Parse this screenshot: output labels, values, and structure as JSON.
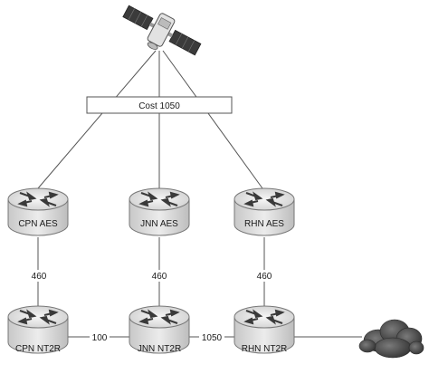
{
  "cost_box": {
    "label": "Cost 1050"
  },
  "routers": {
    "cpn_aes": "CPN AES",
    "jnn_aes": "JNN AES",
    "rhn_aes": "RHN AES",
    "cpn_nt2r": "CPN NT2R",
    "jnn_nt2r": "JNN NT2R",
    "rhn_nt2r": "RHN NT2R"
  },
  "link_costs": {
    "cpn_vertical": "460",
    "jnn_vertical": "460",
    "rhn_vertical": "460",
    "cpn_jnn": "100",
    "jnn_rhn": "1050"
  },
  "icons": {
    "satellite": "satellite-icon",
    "cloud": "cloud-icon",
    "router": "router-icon"
  },
  "colors": {
    "line": "#555555",
    "router_body": "#d7d7d7",
    "router_top": "#eeeeee",
    "cloud": "#4a4a4a"
  }
}
